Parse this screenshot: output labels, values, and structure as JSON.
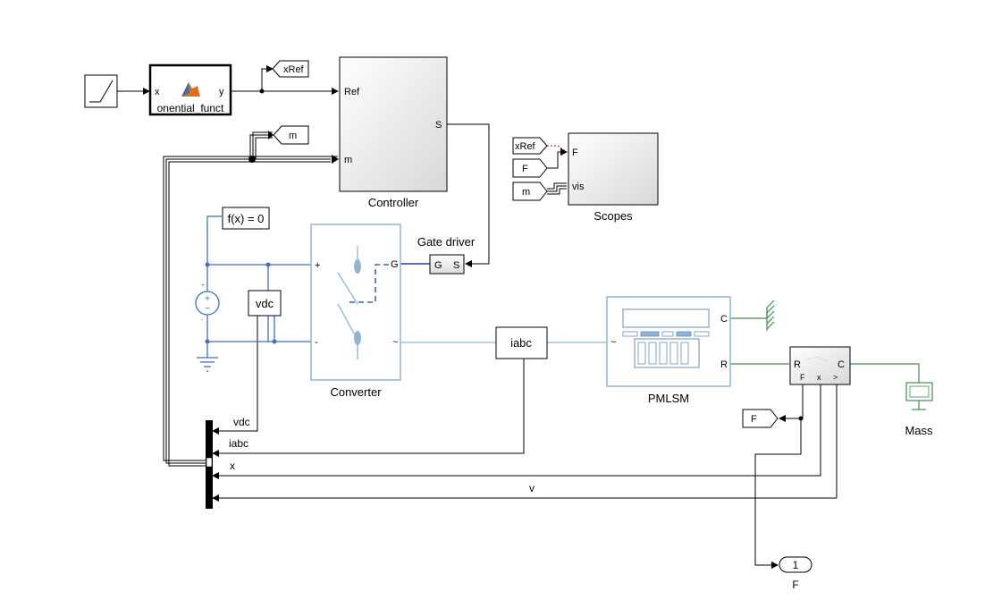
{
  "blocks": {
    "function_block": {
      "label": "onential_funct",
      "in_port": "x",
      "out_port": "y"
    },
    "controller": {
      "title": "Controller",
      "ports": {
        "ref": "Ref",
        "m": "m",
        "s": "S"
      }
    },
    "scopes": {
      "title": "Scopes",
      "ports": {
        "f": "F",
        "vis": "vis"
      }
    },
    "solver": {
      "label": "f(x) = 0"
    },
    "vdc_sensor": {
      "label": "vdc"
    },
    "converter": {
      "title": "Converter",
      "ports": {
        "plus": "+",
        "minus": "-",
        "g": "G",
        "ac": "~"
      }
    },
    "gate_driver": {
      "title": "Gate driver",
      "ports": {
        "g": "G",
        "s": "S"
      }
    },
    "iabc_sensor": {
      "label": "iabc"
    },
    "pmlsm": {
      "title": "PMLSM",
      "ports": {
        "ac": "~",
        "c": "C",
        "r": "R"
      }
    },
    "force_sensor": {
      "ports": {
        "r": "R",
        "c": "C",
        "f": "F",
        "x": "x",
        "v": ">"
      }
    },
    "mass": {
      "title": "Mass"
    },
    "outport": {
      "number": "1",
      "name": "F"
    }
  },
  "tags": {
    "xref_out": "xRef",
    "m_out": "m",
    "scope_xref": "xRef",
    "scope_f": "F",
    "scope_m": "m",
    "f_out": "F"
  },
  "bus_signals": [
    "vdc",
    "iabc",
    "x",
    "v"
  ],
  "colors": {
    "electrical": "#3f6fc4",
    "converter_line": "#8fb4d4",
    "mechanical": "#3d8f4f",
    "signal": "#000000",
    "matlab_orange": "#e07020"
  }
}
